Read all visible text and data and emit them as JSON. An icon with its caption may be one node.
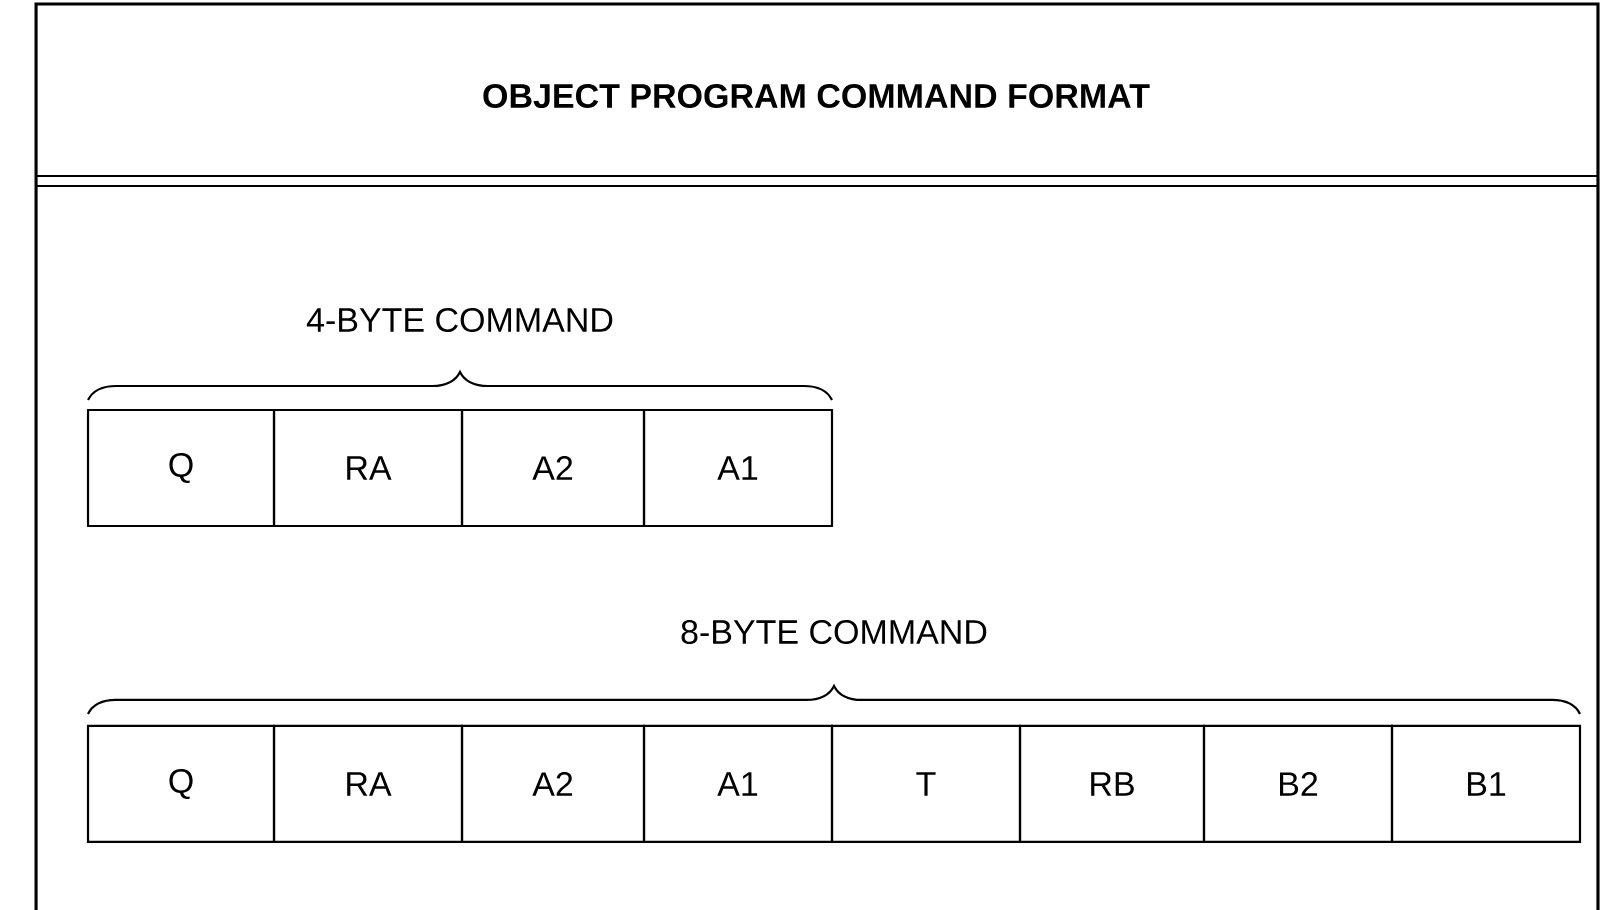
{
  "diagram": {
    "title": "OBJECT PROGRAM COMMAND FORMAT",
    "nodes": [
      {
        "text": [
          "Q"
        ]
      },
      {
        "text": [
          "RA"
        ]
      },
      {
        "text": [
          "A2"
        ]
      },
      {
        "text": [
          "A1"
        ]
      },
      {
        "text": [
          "Q"
        ]
      },
      {
        "text": [
          "RA"
        ]
      },
      {
        "text": [
          "A2"
        ]
      },
      {
        "text": [
          "A1"
        ]
      },
      {
        "text": [
          "T"
        ]
      },
      {
        "text": [
          "RB"
        ]
      },
      {
        "text": [
          "B2"
        ]
      },
      {
        "text": [
          "B1"
        ]
      }
    ],
    "labels": [
      "4-BYTE COMMAND",
      "8-BYTE COMMAND"
    ]
  }
}
